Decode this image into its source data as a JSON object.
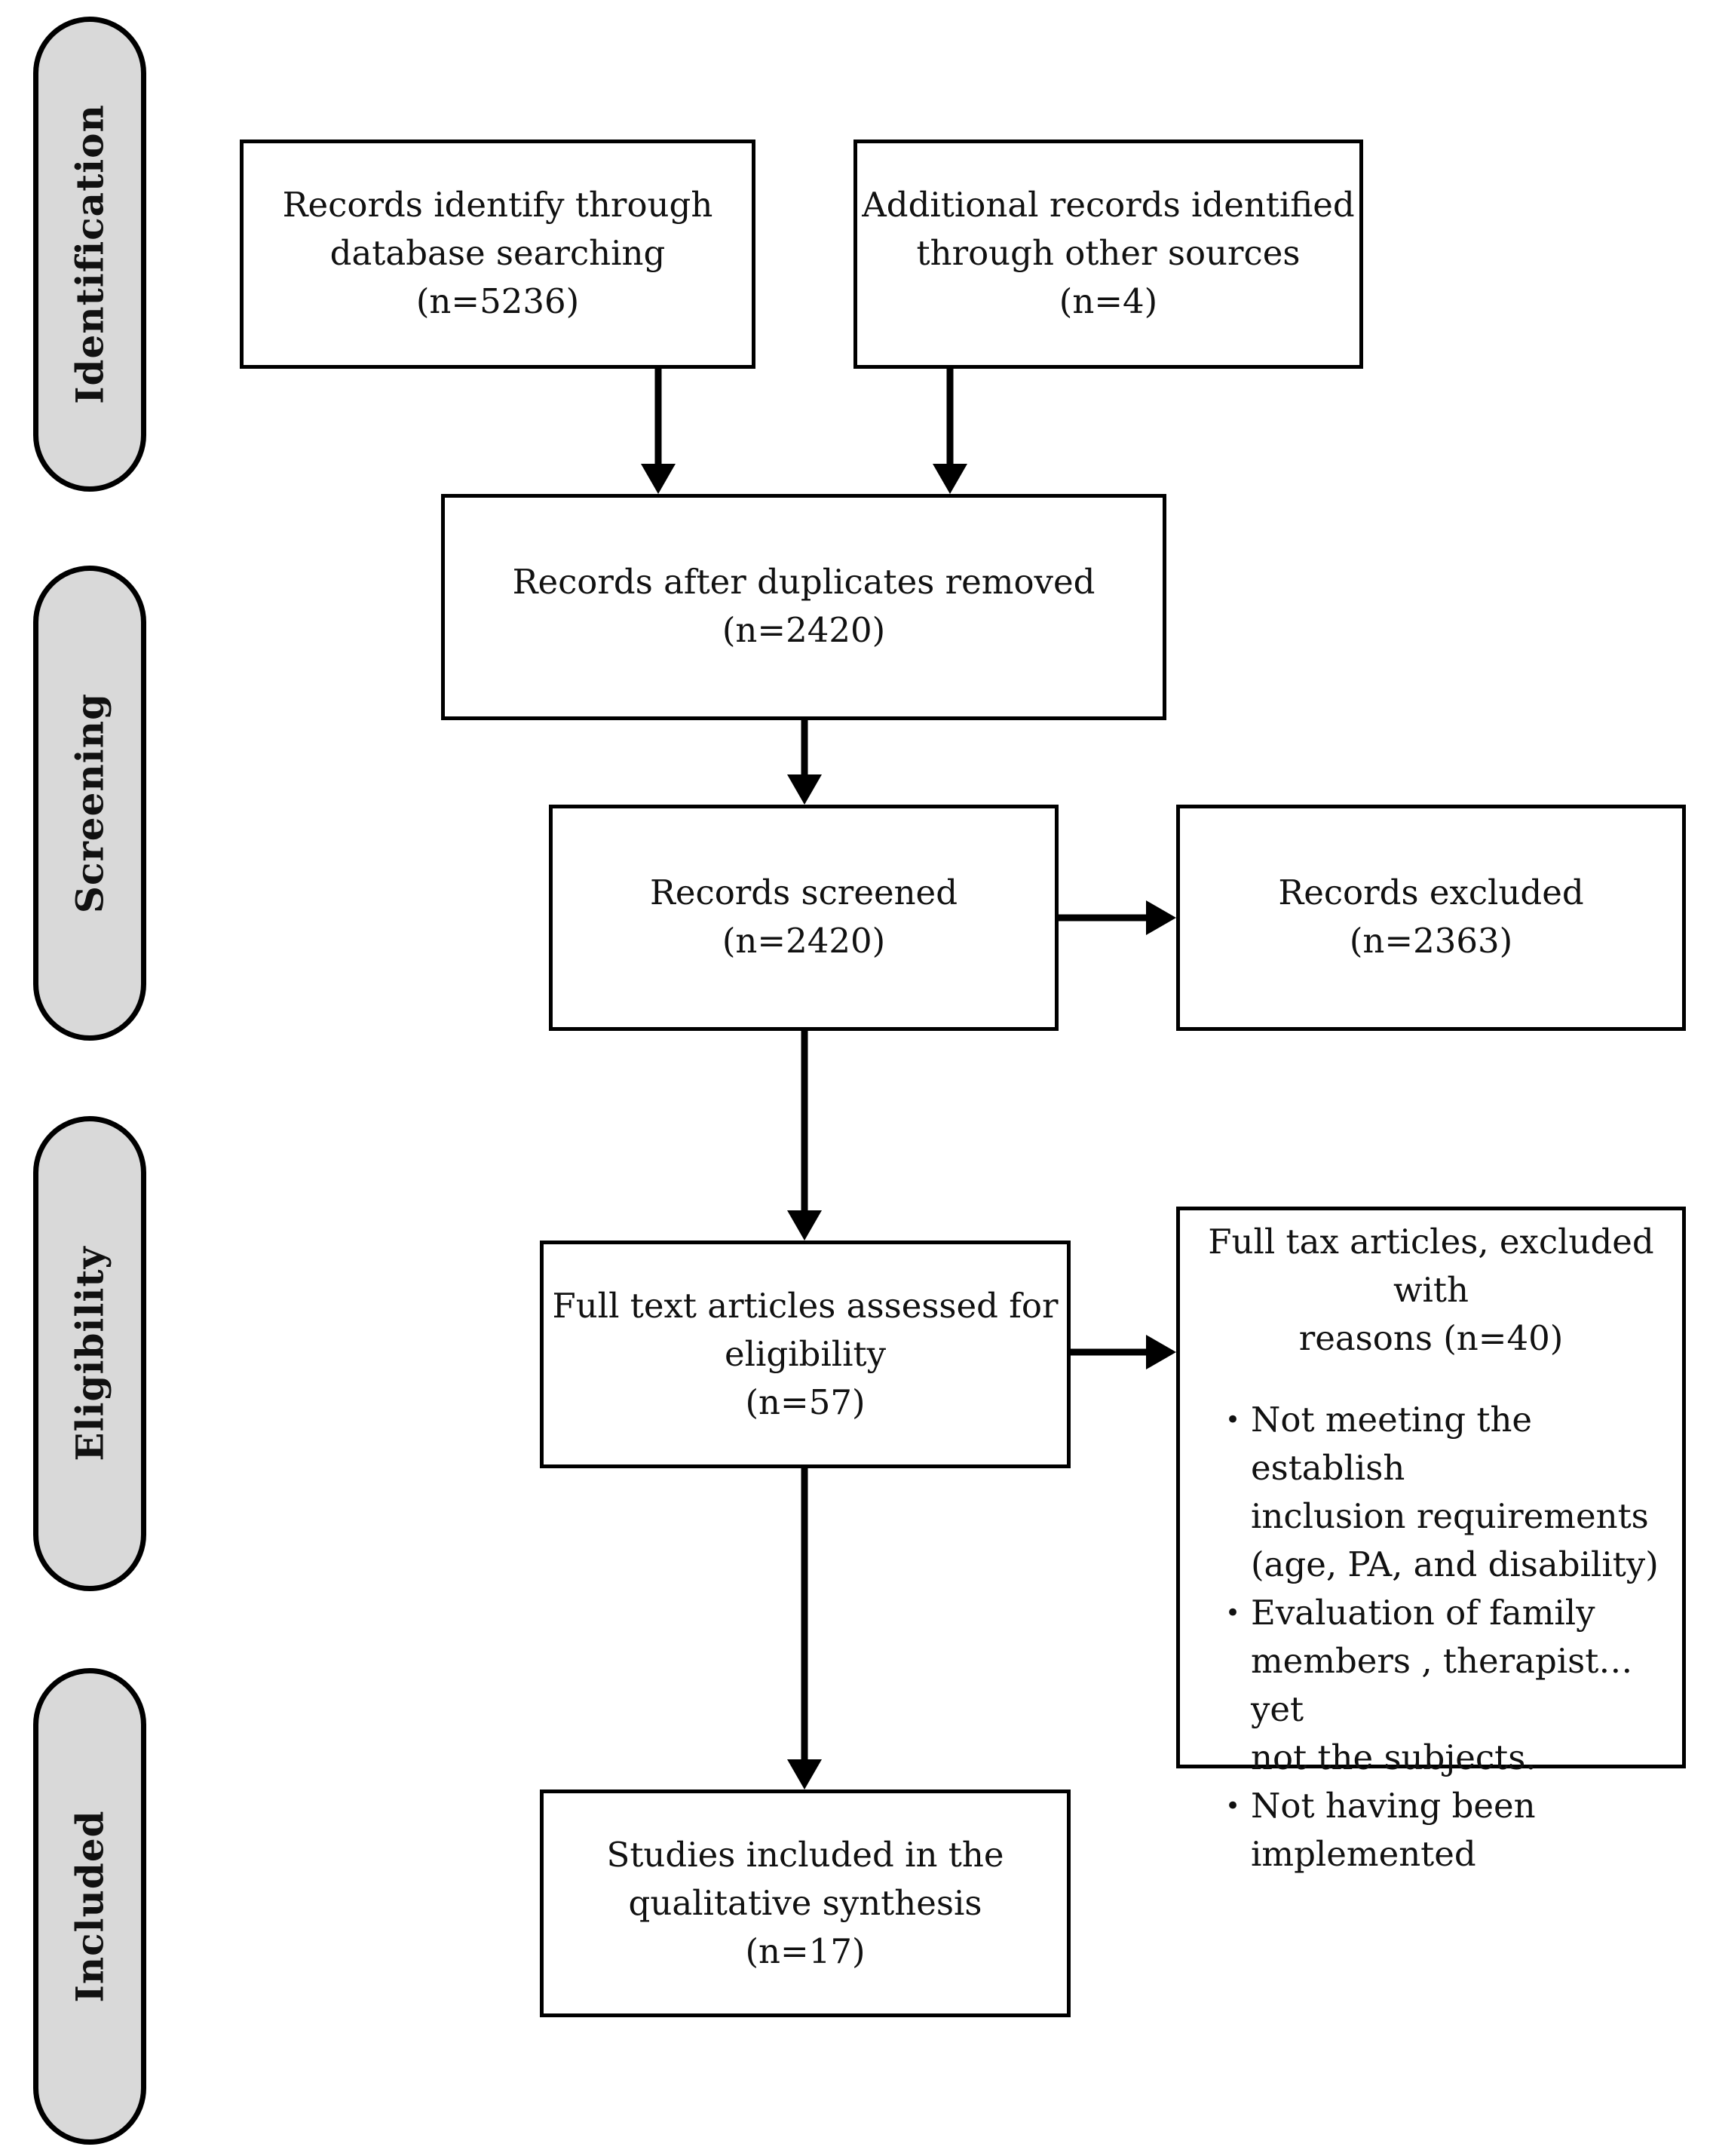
{
  "phases": {
    "identification": "Identification",
    "screening": "Screening",
    "eligibility": "Eligibility",
    "included": "Included"
  },
  "boxes": {
    "database": {
      "line1": "Records identify through",
      "line2": "database searching",
      "count": "(n=5236)"
    },
    "other_sources": {
      "line1": "Additional records identified",
      "line2": "through other sources",
      "count": "(n=4)"
    },
    "after_duplicates": {
      "line1": "Records after duplicates removed",
      "count": "(n=2420)"
    },
    "screened": {
      "line1": "Records screened",
      "count": "(n=2420)"
    },
    "excluded": {
      "line1": "Records excluded",
      "count": "(n=2363)"
    },
    "full_text": {
      "line1": "Full text articles assessed for",
      "line2": "eligibility",
      "count": "(n=57)"
    },
    "full_text_excluded": {
      "line1": "Full tax articles, excluded with",
      "line2": "reasons (n=40)",
      "reasons": [
        {
          "line1": "Not meeting the establish",
          "line2": "inclusion requirements",
          "line3": "(age, PA, and disability)"
        },
        {
          "line1": "Evaluation of family",
          "line2": "members , therapist… yet",
          "line3": "not the subjects."
        },
        {
          "line1": "Not having been",
          "line2": "implemented"
        }
      ]
    },
    "included": {
      "line1": "Studies included in the",
      "line2": "qualitative synthesis",
      "count": "(n=17)"
    }
  }
}
